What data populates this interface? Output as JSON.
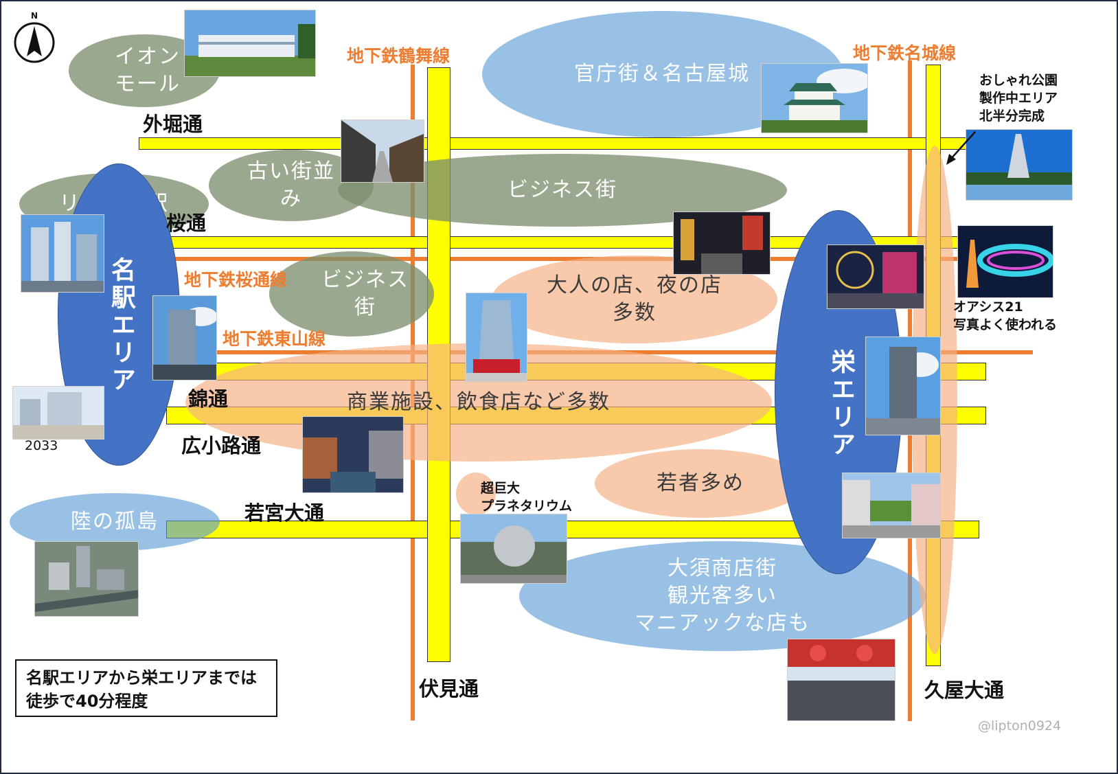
{
  "compass": {
    "label": "N",
    "icon": "north-arrow-icon"
  },
  "roads": {
    "sotobori": "外堀通",
    "sakura": "桜通",
    "nishiki": "錦通",
    "hirokoji": "広小路通",
    "wakamiya": "若宮大通",
    "fushimi": "伏見通",
    "hisaya": "久屋大通"
  },
  "subways": {
    "tsurumai": "地下鉄鶴舞線",
    "meijo": "地下鉄名城線",
    "sakuradori": "地下鉄桜通線",
    "higashiyama": "地下鉄東山線"
  },
  "areas": {
    "aeon": "イオン\nモール",
    "old_town": "古い街並\nみ",
    "linear": "リニア新駅",
    "government": "官庁街＆名古屋城",
    "business_1": "ビジネス街",
    "business_2": "ビジネス\n街",
    "nightlife": "大人の店、夜の店\n多数",
    "commercial": "商業施設、飲食店など多数",
    "youth": "若者多め",
    "island": "陸の孤島",
    "osu": "大須商店街\n観光客多い\nマニアックな店も",
    "meieki": "名駅エリア",
    "sakae": "栄エリア"
  },
  "notes": {
    "park": "おしゃれ公園\n製作中エリア\n北半分完成",
    "oasis": "オアシス21\n写真よく使われる",
    "planetarium": "超巨大\nプラネタリウム",
    "year": "2033"
  },
  "info_box": "名駅エリアから栄エリアまでは\n徒歩で40分程度",
  "credit": "@lipton0924",
  "colors": {
    "road": "#ffff00",
    "rail": "#ed7d31",
    "area_blue": "#4472c4",
    "green": "#7c9070",
    "light_blue": "#5b9bd5",
    "orange": "#f4b183"
  }
}
